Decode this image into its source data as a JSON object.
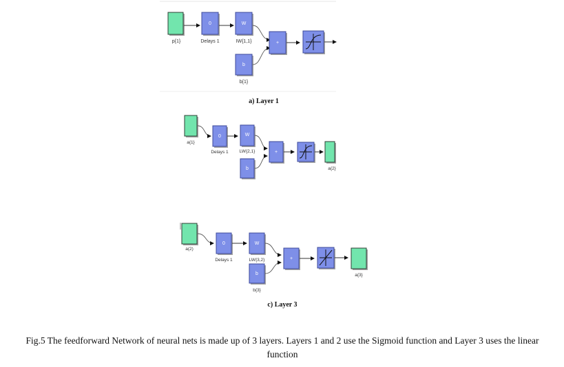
{
  "layer1": {
    "input_label": "p{1}",
    "delay_symbol": "0",
    "delay_label": "Delays 1",
    "weight_symbol": "W",
    "weight_label": "IW{1,1}",
    "bias_symbol": "b",
    "bias_label": "b{1}",
    "sum_symbol": "+",
    "transfer": "sigmoid",
    "caption": "a)  Layer 1"
  },
  "layer2": {
    "input_label": "a{1}",
    "delay_symbol": "0",
    "delay_label": "Delays 1",
    "weight_symbol": "W",
    "weight_label": "LW{2,1}",
    "bias_symbol": "b",
    "sum_symbol": "+",
    "transfer": "sigmoid",
    "output_label": "a{2}"
  },
  "layer3": {
    "input_label": "a(2)",
    "delay_symbol": "0",
    "delay_label": "Delays 1",
    "weight_symbol": "W",
    "weight_label": "LW{3,2}",
    "bias_symbol": "b",
    "bias_label": "b{3}",
    "sum_symbol": "+",
    "transfer": "linear",
    "output_label": "a{3}",
    "caption": "c)  Layer 3"
  },
  "figure_caption": "Fig.5 The feedforward Network of neural nets is made up of 3 layers. Layers 1 and 2 use the Sigmoid function and Layer 3 uses the linear function",
  "colors": {
    "block": "#7e8fe8",
    "io_block": "#72e5ad"
  }
}
